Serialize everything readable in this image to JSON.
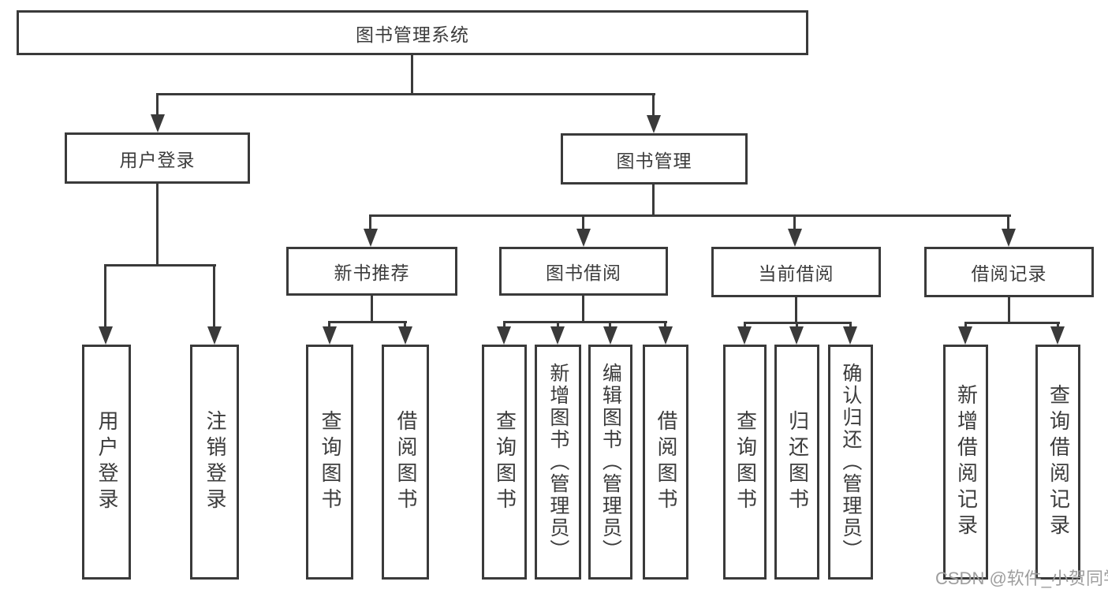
{
  "diagram": {
    "root": {
      "label": "图书管理系统"
    },
    "level1": {
      "user_login": {
        "label": "用户登录"
      },
      "book_mgmt": {
        "label": "图书管理"
      }
    },
    "level2": {
      "new_books": {
        "label": "新书推荐"
      },
      "book_borrow": {
        "label": "图书借阅"
      },
      "current_borrow": {
        "label": "当前借阅"
      },
      "borrow_records": {
        "label": "借阅记录"
      }
    },
    "leaves": {
      "user": [
        "用户登录",
        "注销登录"
      ],
      "new_books": [
        "查询图书",
        "借阅图书"
      ],
      "book_borrow": [
        "查询图书",
        "新增图书（管理员）",
        "编辑图书（管理员）",
        "借阅图书"
      ],
      "current_borrow": [
        "查询图书",
        "归还图书",
        "确认归还（管理员）"
      ],
      "borrow_records": [
        "新增借阅记录",
        "查询借阅记录"
      ]
    }
  },
  "watermark": {
    "text": "CSDN @软件_小贺同学",
    "color": "#9e9e9e"
  },
  "colors": {
    "line": "#3a3a3a",
    "text": "#3c3c3c",
    "background": "#ffffff"
  }
}
